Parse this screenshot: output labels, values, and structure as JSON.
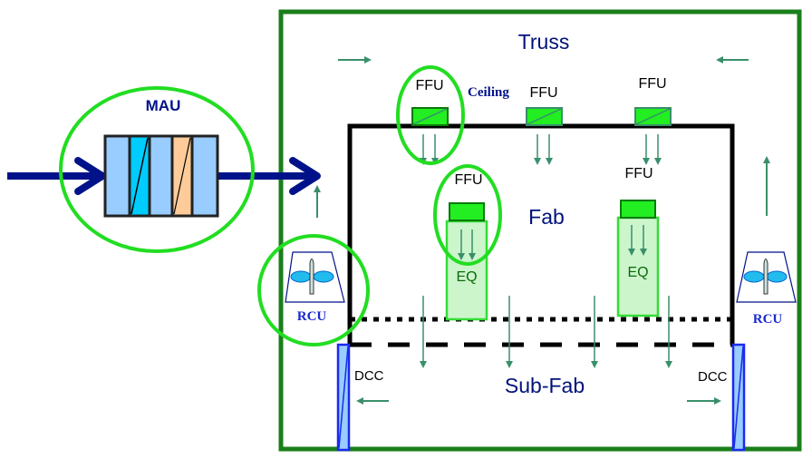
{
  "labels": {
    "mau": "MAU",
    "truss": "Truss",
    "ceiling": "Ceiling",
    "ffu": "FFU",
    "fab": "Fab",
    "eq": "EQ",
    "rcu": "RCU",
    "dcc": "DCC",
    "subfab": "Sub-Fab"
  },
  "colors": {
    "outer_frame": "#1a7f1a",
    "highlight_circle": "#22dd22",
    "duct_arrow": "#00128a",
    "airflow_arrow": "#3a8f6a",
    "ffu_fill": "#22ee22",
    "eq_fill": "#ccf5cc",
    "label_blue": "#00127a",
    "filter_light_blue": "#99ccff",
    "filter_cyan": "#00ccff",
    "filter_orange": "#ffcc99"
  }
}
